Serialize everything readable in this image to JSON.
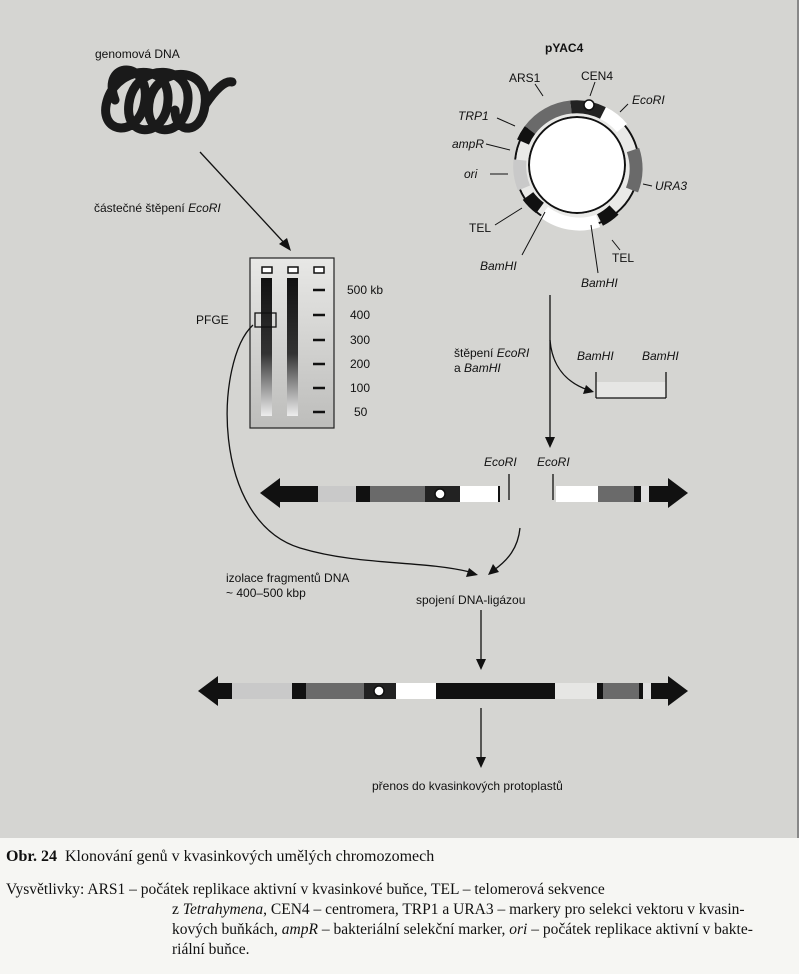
{
  "diagram": {
    "genomic_label": "genomová DNA",
    "partial_digest_prefix": "částečné štěpení ",
    "partial_digest_enzyme": "EcoRI",
    "pfge_label": "PFGE",
    "gel_sizes": [
      "500 kb",
      "400",
      "300",
      "200",
      "100",
      "50"
    ],
    "plasmid_name": "pYAC4",
    "plasmid_labels": {
      "ars1": "ARS1",
      "cen4": "CEN4",
      "ecori": "EcoRI",
      "trp1": "TRP1",
      "ampr": "ampR",
      "ori": "ori",
      "ura3": "URA3",
      "tel_left": "TEL",
      "tel_right": "TEL",
      "bamhi_left": "BamHI",
      "bamhi_right": "BamHI"
    },
    "digest_line1_prefix": "štěpení ",
    "digest_line1_enzyme": "EcoRI",
    "digest_line2_prefix": "a ",
    "digest_line2_enzyme": "BamHI",
    "excised_left": "BamHI",
    "excised_right": "BamHI",
    "arm_ecori_left": "EcoRI",
    "arm_ecori_right": "EcoRI",
    "fragment_isolation_line1": "izolace fragmentů DNA",
    "fragment_isolation_line2": "~ 400–500 kbp",
    "ligation_label": "spojení DNA-ligázou",
    "transfer_label": "přenos do kvasinkových protoplastů"
  },
  "caption": {
    "number": "Obr. 24",
    "title": "Klonování genů v kvasinkových umělých chromozomech"
  },
  "legend": {
    "line1": "Vysvětlivky: ARS1 – počátek replikace aktivní v kvasinkové buňce, TEL – telomerová sekvence",
    "line2_a": "z ",
    "line2_it": "Tetrahymena",
    "line2_b": ", CEN4 – centromera, TRP1 a URA3 – markery pro selekci vektoru v kvasin-",
    "line3_a": "kových buňkách, ",
    "line3_it1": "ampR",
    "line3_b": " – bakteriální selekční marker, ",
    "line3_it2": "ori",
    "line3_c": " – počátek replikace aktivní v bakte-",
    "line4": "riální buňce."
  },
  "colors": {
    "background": "#d5d5d2",
    "dark": "#111111",
    "dark_gray": "#6a6a6a",
    "light_gray": "#c9c9c9",
    "white": "#ffffff"
  }
}
